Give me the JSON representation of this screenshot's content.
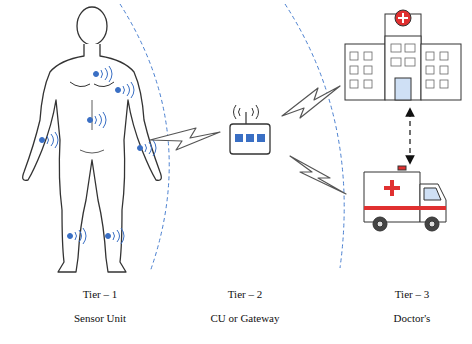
{
  "diagram": {
    "labels": [
      "Tier – 1",
      "Sensor Unit",
      "Tier – 2",
      "CU or Gateway",
      "Tier – 3",
      "Doctor's"
    ]
  }
}
